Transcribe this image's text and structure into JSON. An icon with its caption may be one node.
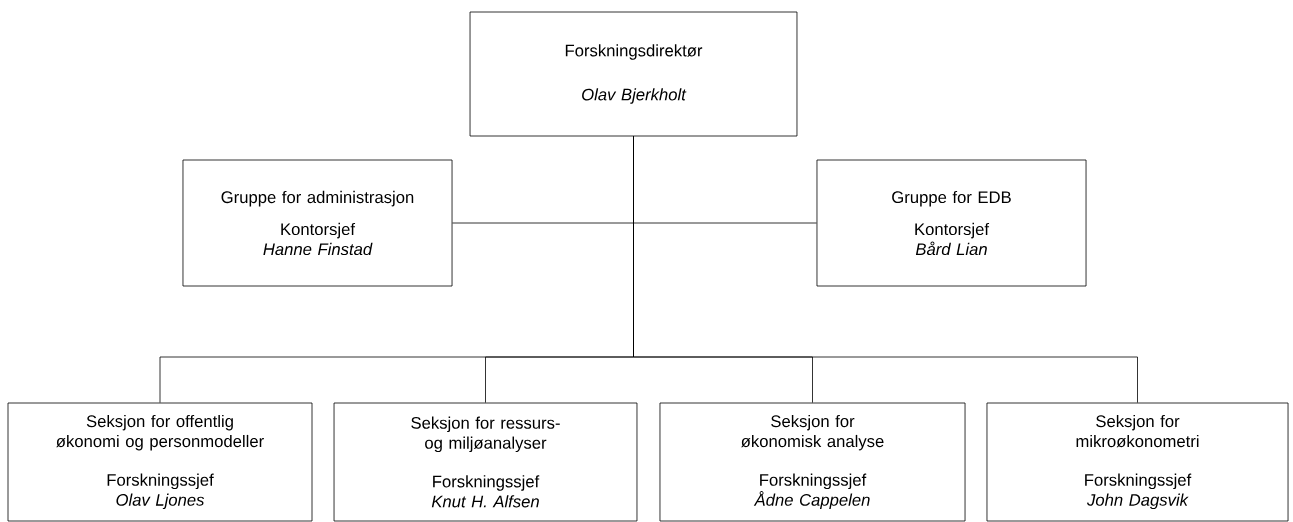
{
  "diagram": {
    "nodes": [
      {
        "text": [
          "Forskningsdirektør",
          "Olav Bjerkholt"
        ]
      },
      {
        "text": [
          "Gruppe for administrasjon",
          "Kontorsjef",
          "Hanne Finstad"
        ]
      },
      {
        "text": [
          "Gruppe for EDB",
          "Kontorsjef",
          "Bård Lian"
        ]
      },
      {
        "text": [
          "Seksjon for offentlig økonomi og personmodeller",
          "Forskningssjef",
          "Olav Ljones"
        ]
      },
      {
        "text": [
          "Seksjon for ressurs- og miljøanalyser",
          "Forskningssjef",
          "Knut H. Alfsen"
        ]
      },
      {
        "text": [
          "Seksjon for økonomisk analyse",
          "Forskningssjef",
          "Ådne Cappelen"
        ]
      },
      {
        "text": [
          "Seksjon for mikroøkonometri",
          "Forskningssjef",
          "John Dagsvik"
        ]
      }
    ],
    "edges": [
      {
        "from": 0,
        "to": 1,
        "arrow": "none"
      },
      {
        "from": 0,
        "to": 2,
        "arrow": "none"
      },
      {
        "from": 0,
        "to": 3,
        "arrow": "none"
      },
      {
        "from": 0,
        "to": 4,
        "arrow": "none"
      },
      {
        "from": 0,
        "to": 5,
        "arrow": "none"
      },
      {
        "from": 0,
        "to": 6,
        "arrow": "none"
      }
    ]
  }
}
